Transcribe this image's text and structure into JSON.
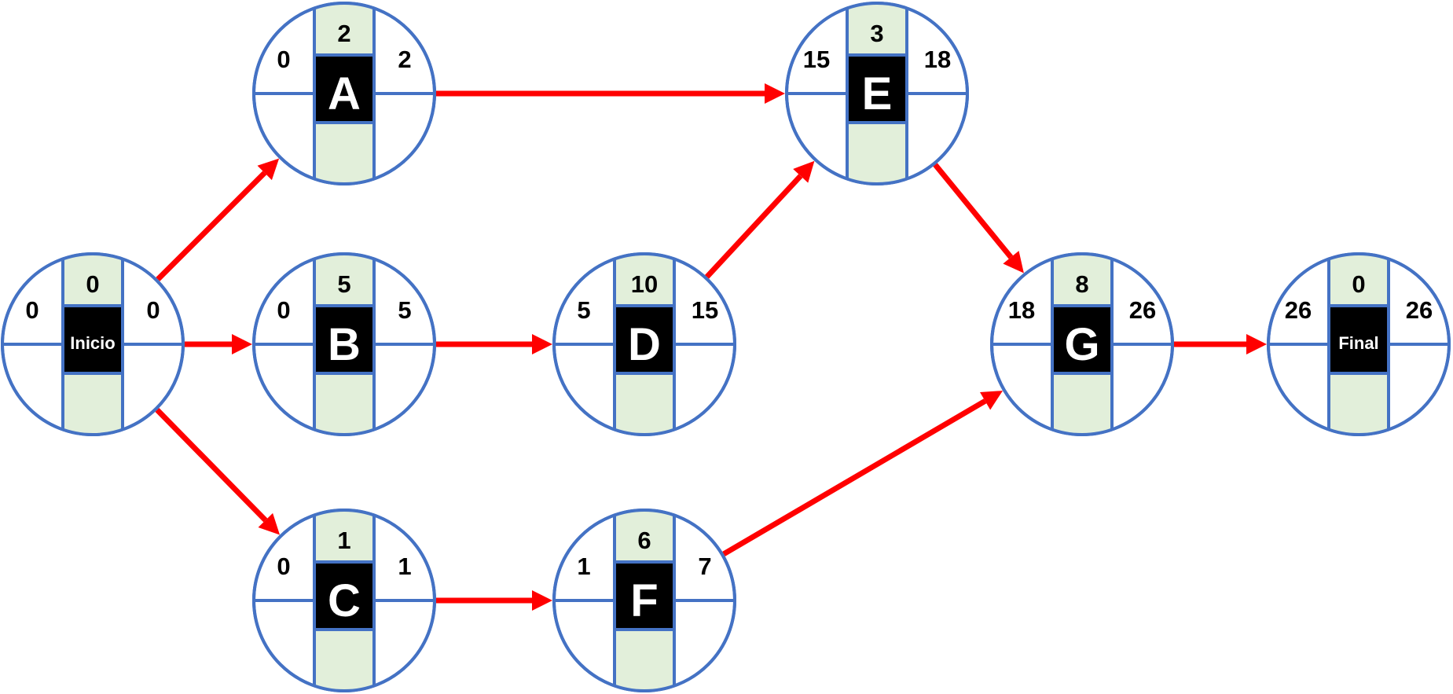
{
  "nodes": [
    {
      "id": "inicio",
      "label": "Inicio",
      "top": "0",
      "left": "0",
      "right": "0",
      "bottom": ""
    },
    {
      "id": "a",
      "label": "A",
      "top": "2",
      "left": "0",
      "right": "2",
      "bottom": ""
    },
    {
      "id": "b",
      "label": "B",
      "top": "5",
      "left": "0",
      "right": "5",
      "bottom": ""
    },
    {
      "id": "c",
      "label": "C",
      "top": "1",
      "left": "0",
      "right": "1",
      "bottom": ""
    },
    {
      "id": "d",
      "label": "D",
      "top": "10",
      "left": "5",
      "right": "15",
      "bottom": ""
    },
    {
      "id": "e",
      "label": "E",
      "top": "3",
      "left": "15",
      "right": "18",
      "bottom": ""
    },
    {
      "id": "f",
      "label": "F",
      "top": "6",
      "left": "1",
      "right": "7",
      "bottom": ""
    },
    {
      "id": "g",
      "label": "G",
      "top": "8",
      "left": "18",
      "right": "26",
      "bottom": ""
    },
    {
      "id": "final",
      "label": "Final",
      "top": "0",
      "left": "26",
      "right": "26",
      "bottom": ""
    }
  ],
  "edges": [
    {
      "from": "inicio",
      "to": "a"
    },
    {
      "from": "inicio",
      "to": "b"
    },
    {
      "from": "inicio",
      "to": "c"
    },
    {
      "from": "a",
      "to": "e"
    },
    {
      "from": "b",
      "to": "d"
    },
    {
      "from": "c",
      "to": "f"
    },
    {
      "from": "d",
      "to": "e"
    },
    {
      "from": "e",
      "to": "g"
    },
    {
      "from": "f",
      "to": "g"
    },
    {
      "from": "g",
      "to": "final"
    }
  ],
  "colors": {
    "node_border": "#4472c4",
    "center_panel": "#e2efda",
    "label_box": "#000000",
    "edge": "#ff0000"
  }
}
